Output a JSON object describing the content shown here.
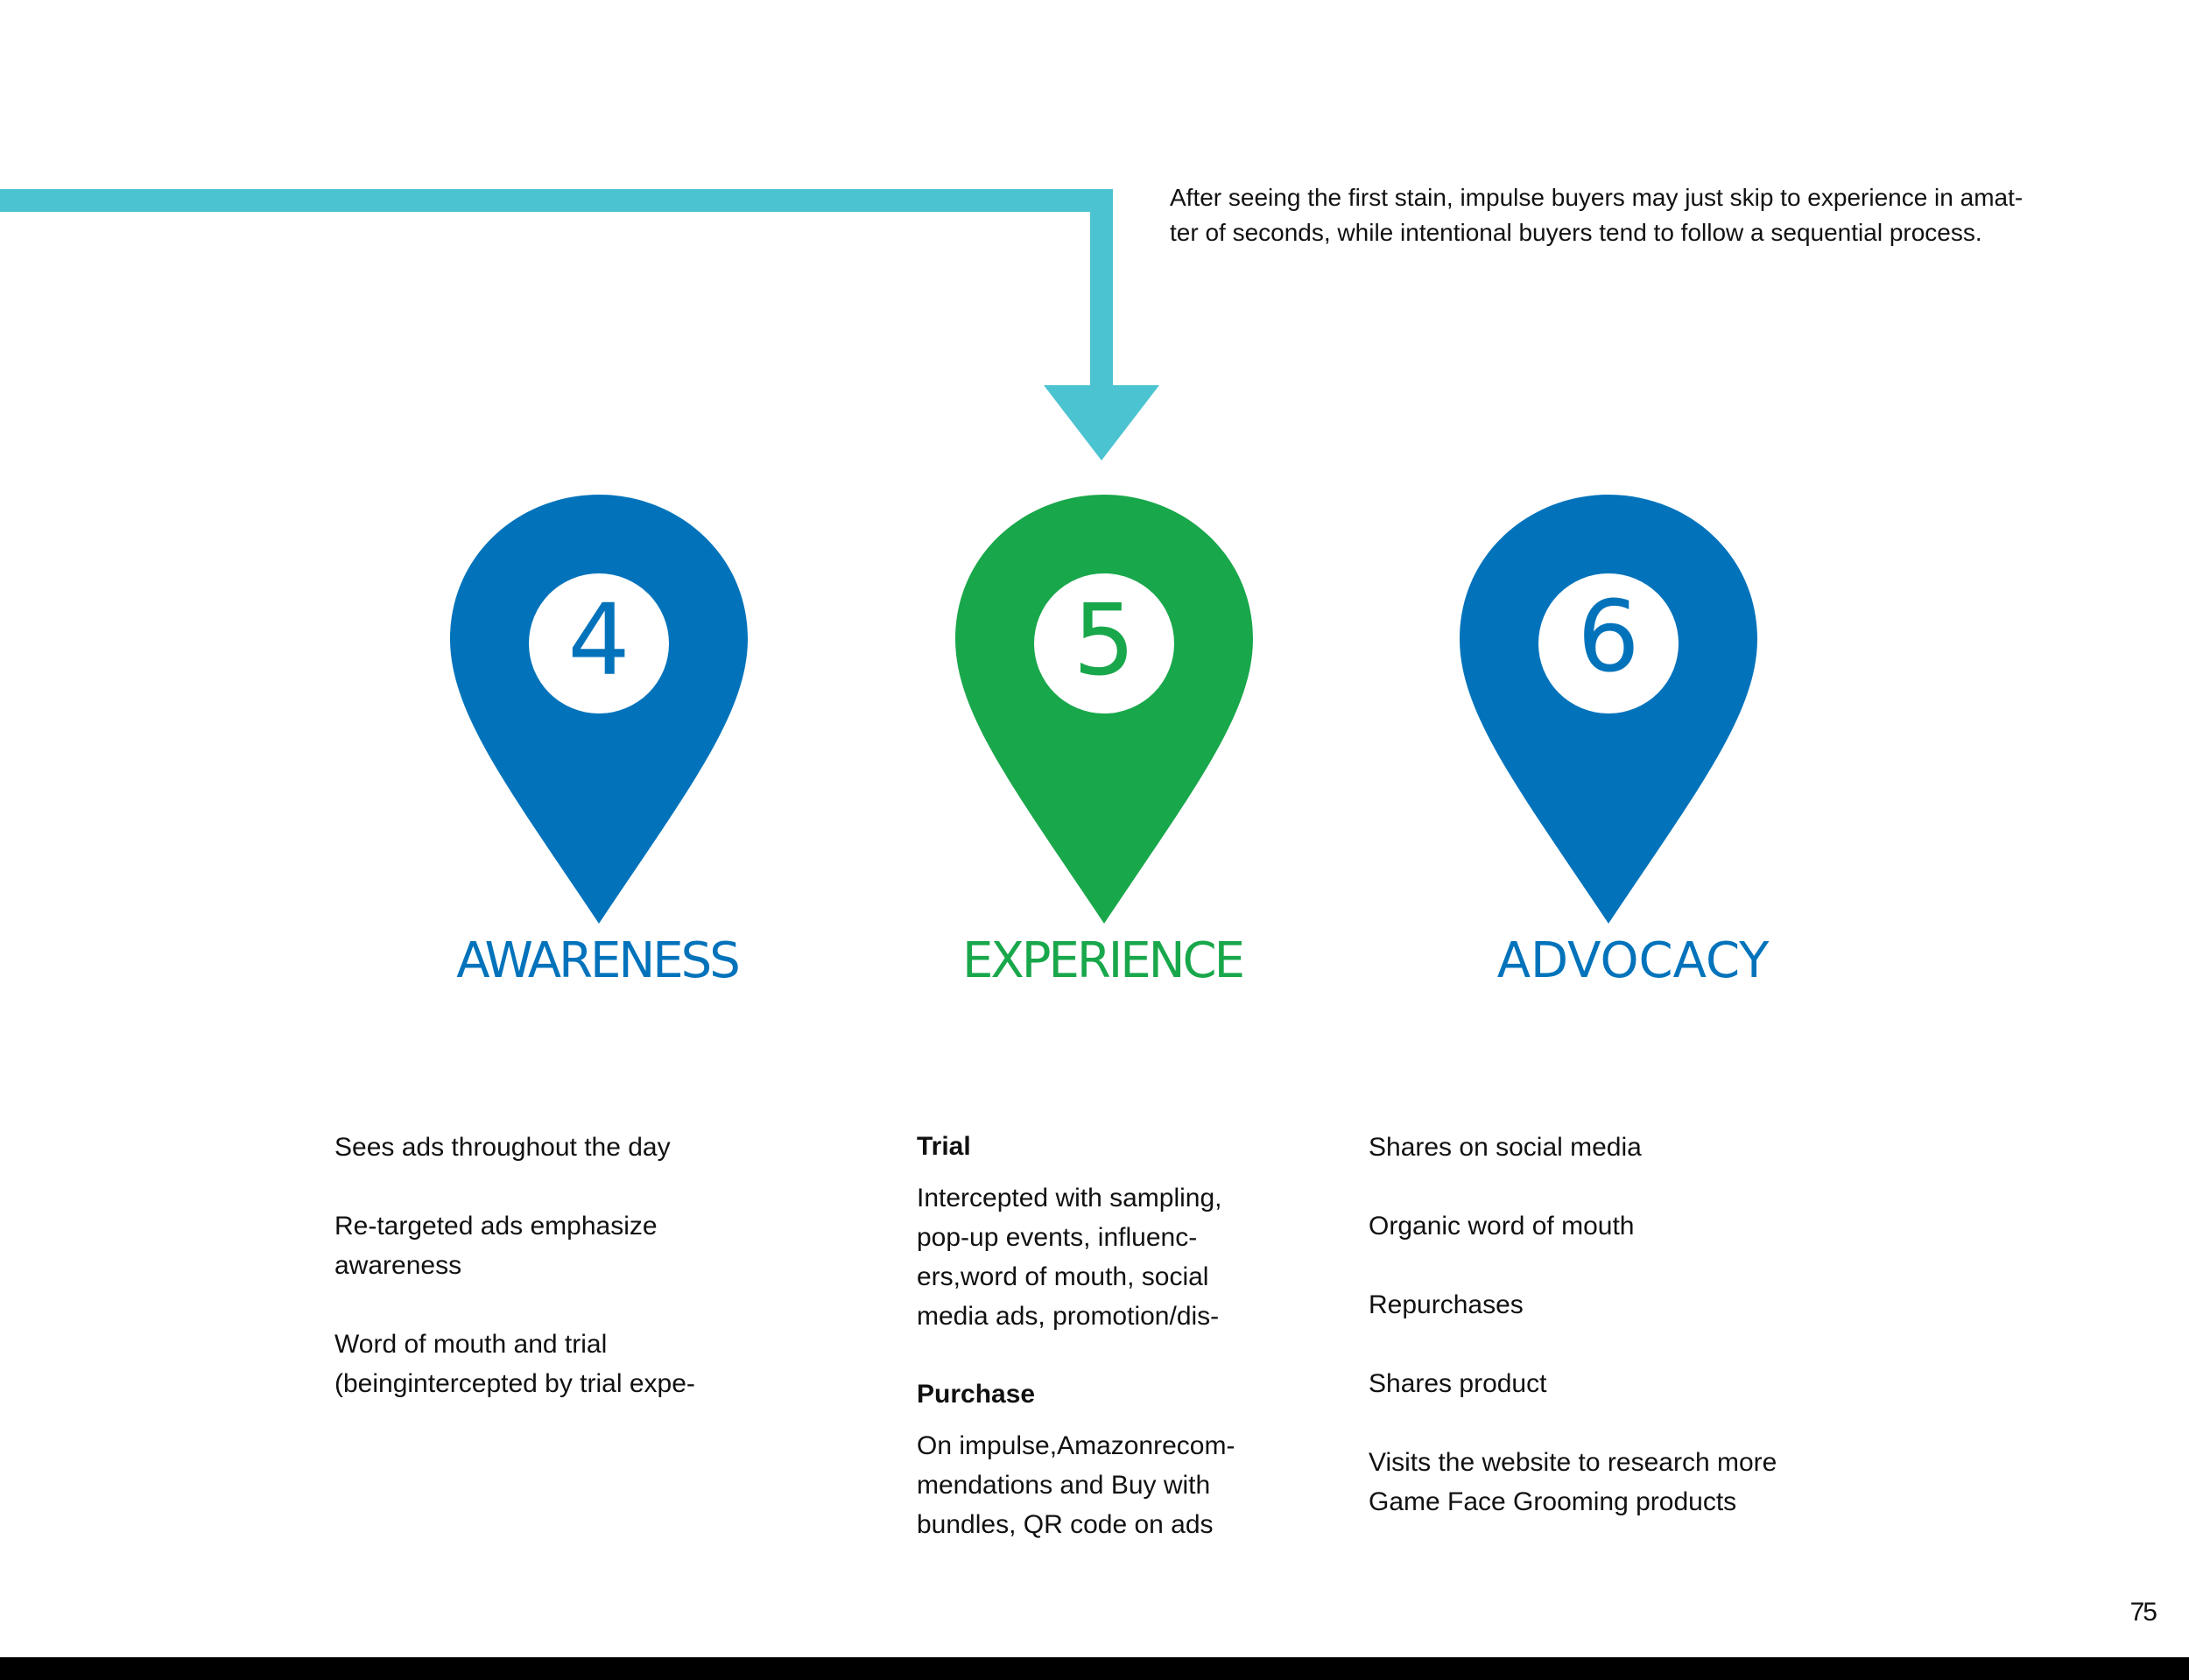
{
  "colors": {
    "arrow": "#4cc3d1",
    "blue": "#0273bb",
    "green": "#19a74b",
    "text": "#111111"
  },
  "intro_text": {
    "line1": "After seeing the first stain, impulse buyers may just skip to experience in amat-",
    "line2": "ter of seconds, while intentional buyers tend to follow a sequential process."
  },
  "stages": {
    "awareness": {
      "number": "4",
      "title": "AWARENESS",
      "items": [
        "Sees ads throughout the day",
        "Re-targeted ads emphasize awareness",
        "Word of mouth and trial (beingintercepted by trial expe-"
      ]
    },
    "experience": {
      "number": "5",
      "title": "EXPERIENCE",
      "trial": {
        "heading": "Trial",
        "text": "Intercepted with sampling, pop-up events, influenc-ers,word of mouth, social media ads, promotion/dis-"
      },
      "purchase": {
        "heading": "Purchase",
        "text": "On impulse,Amazonrecom-mendations and Buy with bundles, QR code on ads"
      }
    },
    "advocacy": {
      "number": "6",
      "title": "ADVOCACY",
      "items": [
        "Shares on social media",
        "Organic word of mouth",
        "Repurchases",
        "Shares product",
        "Visits the website to research more Game Face Grooming products"
      ]
    }
  },
  "page_number": "75"
}
